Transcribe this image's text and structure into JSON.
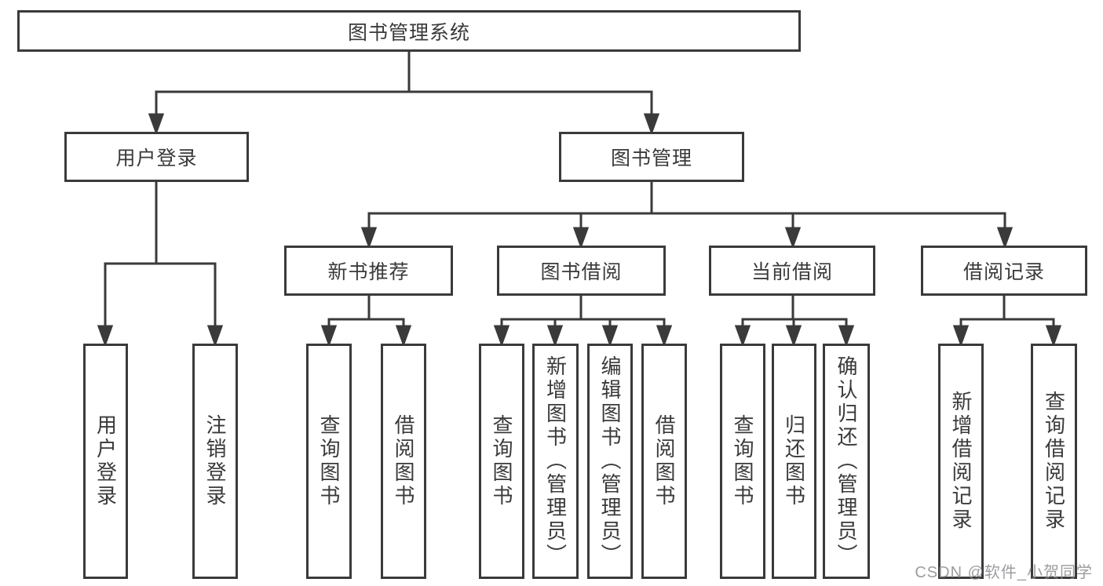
{
  "diagram": {
    "root": "图书管理系统",
    "branches": [
      {
        "label": "用户登录",
        "children": [
          {
            "label": "用户登录"
          },
          {
            "label": "注销登录"
          }
        ]
      },
      {
        "label": "图书管理",
        "children": [
          {
            "label": "新书推荐",
            "children": [
              {
                "label": "查询图书"
              },
              {
                "label": "借阅图书"
              }
            ]
          },
          {
            "label": "图书借阅",
            "children": [
              {
                "label": "查询图书"
              },
              {
                "label": "新增图书（管理员）"
              },
              {
                "label": "编辑图书（管理员）"
              },
              {
                "label": "借阅图书"
              }
            ]
          },
          {
            "label": "当前借阅",
            "children": [
              {
                "label": "查询图书"
              },
              {
                "label": "归还图书"
              },
              {
                "label": "确认归还（管理员）"
              }
            ]
          },
          {
            "label": "借阅记录",
            "children": [
              {
                "label": "新增借阅记录"
              },
              {
                "label": "查询借阅记录"
              }
            ]
          }
        ]
      }
    ]
  },
  "watermark": {
    "text": "CSDN @软件_小贺同学"
  },
  "colors": {
    "line": "#3a3a3a",
    "background": "#ffffff",
    "watermark": "#8c8c91"
  }
}
